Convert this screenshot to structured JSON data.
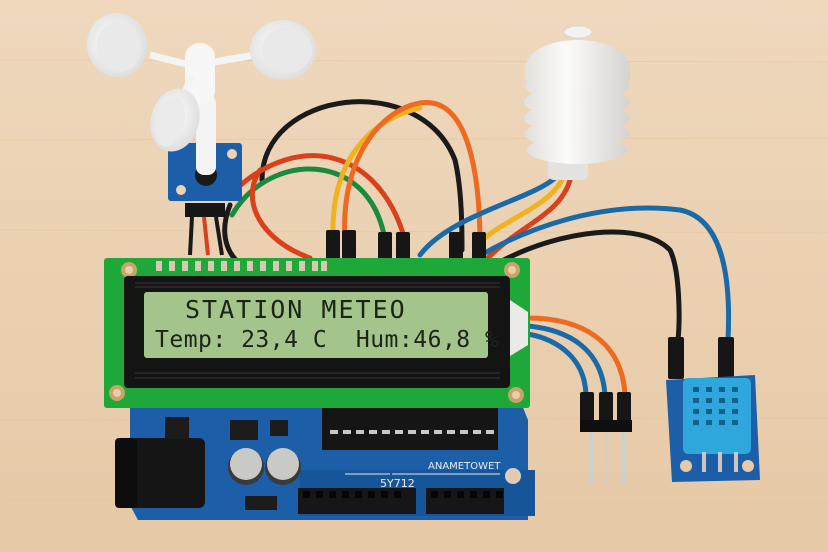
{
  "scene": {
    "description": "Arduino-based weather station on a wooden table",
    "background_color": "#ecd3b6"
  },
  "lcd": {
    "line1": "STATION METEO",
    "line2": "Temp: 23,4 C  Hum:46,8 %",
    "backlight_color": "#a3c48a",
    "bezel_color": "#141414",
    "pcb_color": "#1fa83a"
  },
  "arduino": {
    "silkscreen_label": "ANAMETOWET",
    "silkscreen_code": "5Y712",
    "pcb_color": "#1c5fa8"
  },
  "components": {
    "anemometer": "anemometer",
    "radiation_shield": "radiation-shield",
    "humidity_sensor": "dht-sensor",
    "header_pins": "header-pins"
  },
  "wire_colors": {
    "black": "#1a1a1a",
    "red": "#d9401c",
    "orange": "#ee6a20",
    "green": "#1a8a3c",
    "yellow": "#f0b21e",
    "blue": "#1b6aa8"
  }
}
